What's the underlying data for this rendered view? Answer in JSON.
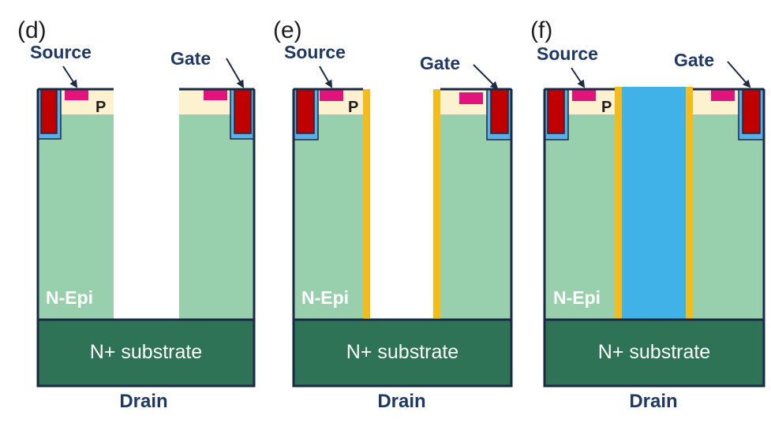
{
  "panels": [
    {
      "id": "d",
      "label": "(d)",
      "source_label": "Source",
      "gate_label": "Gate",
      "p_label": "P",
      "epi_label": "N-Epi",
      "substrate_label": "N+ substrate",
      "drain_label": "Drain",
      "trench": "empty"
    },
    {
      "id": "e",
      "label": "(e)",
      "source_label": "Source",
      "gate_label": "Gate",
      "p_label": "P",
      "epi_label": "N-Epi",
      "substrate_label": "N+ substrate",
      "drain_label": "Drain",
      "trench": "lined"
    },
    {
      "id": "f",
      "label": "(f)",
      "source_label": "Source",
      "gate_label": "Gate",
      "p_label": "P",
      "epi_label": "N-Epi",
      "substrate_label": "N+ substrate",
      "drain_label": "Drain",
      "trench": "filled"
    }
  ],
  "colors": {
    "epi": "#98d0ae",
    "substrate": "#2e7355",
    "outline": "#1a2a44",
    "gate": "#c00000",
    "gate_oxide": "#5ab0e6",
    "source_implant": "#e0147c",
    "p_body": "#fdf2cf",
    "liner": "#f5bb1a",
    "fill": "#41b2e8"
  }
}
